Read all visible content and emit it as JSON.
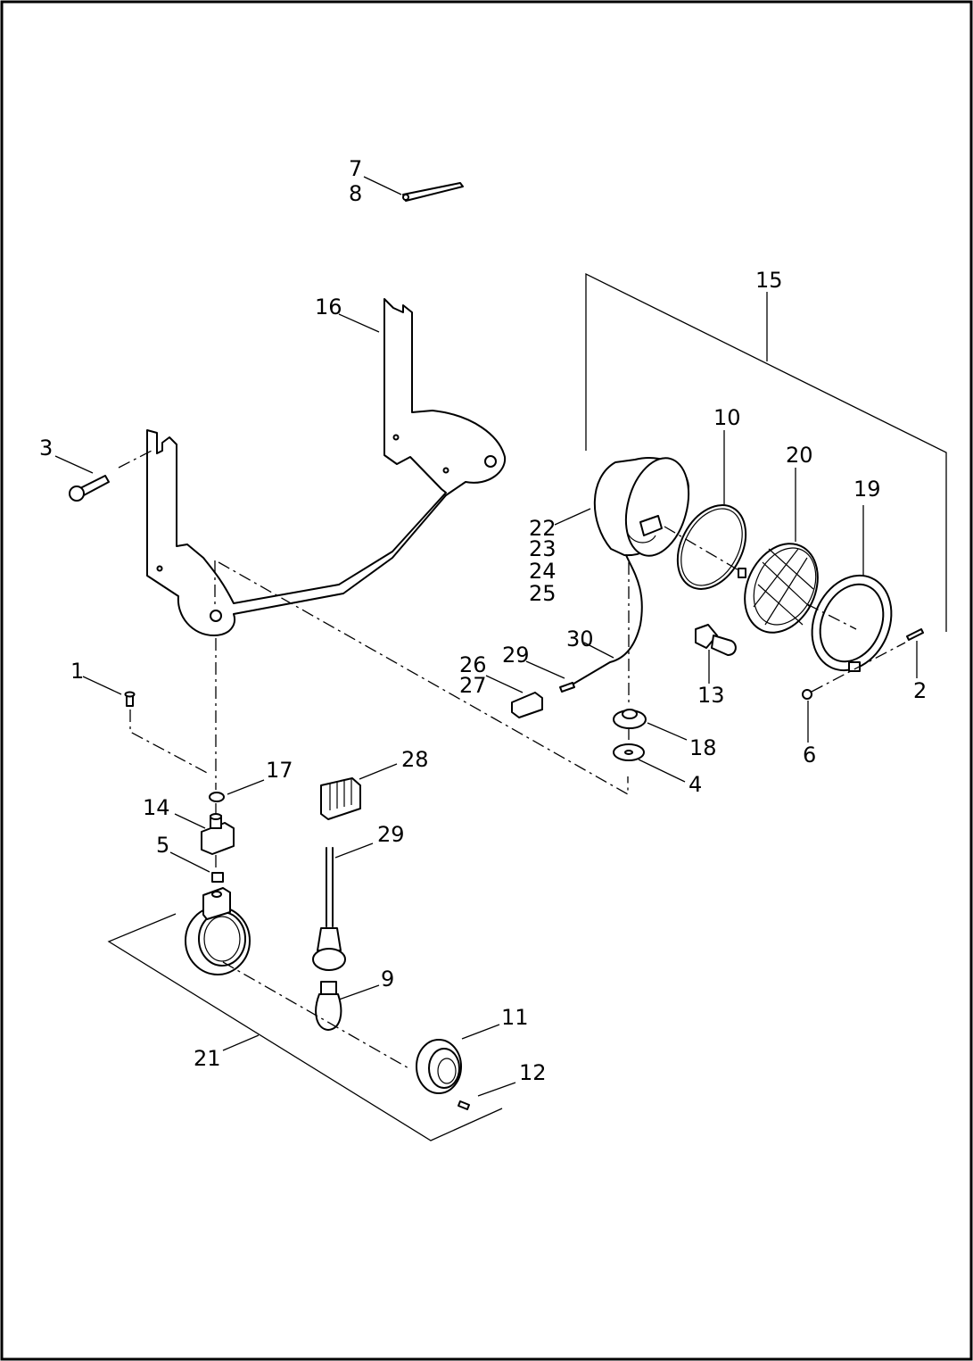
{
  "labels": {
    "l1": "1",
    "l2": "2",
    "l3": "3",
    "l4": "4",
    "l5": "5",
    "l6": "6",
    "l7": "7",
    "l8": "8",
    "l9": "9",
    "l10": "10",
    "l11": "11",
    "l12": "12",
    "l13": "13",
    "l14": "14",
    "l15": "15",
    "l16": "16",
    "l17": "17",
    "l18": "18",
    "l19": "19",
    "l20": "20",
    "l21": "21",
    "l22": "22",
    "l23": "23",
    "l24": "24",
    "l25": "25",
    "l26": "26",
    "l27": "27",
    "l28": "28",
    "l29a": "29",
    "l29b": "29",
    "l30": "30"
  }
}
